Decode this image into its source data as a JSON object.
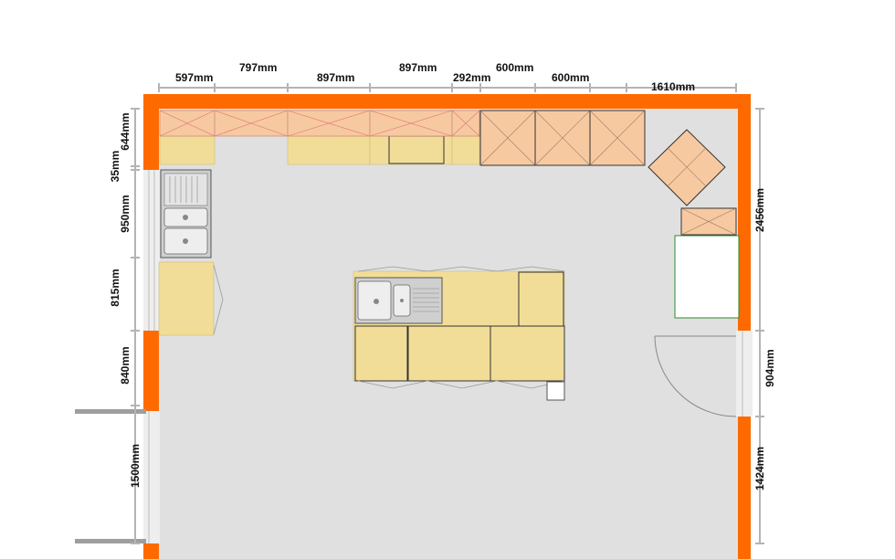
{
  "colors": {
    "wall": "#ff6a00",
    "floor": "#e0e0e0",
    "base_cabinet": "#f2dd98",
    "wall_cabinet": "#f7c9a0",
    "dimension_line": "#b4b4b4",
    "text": "#111111"
  },
  "dimensions": {
    "top": [
      "597mm",
      "797mm",
      "897mm",
      "897mm",
      "292mm",
      "600mm",
      "600mm",
      "1610mm"
    ],
    "left": [
      "644mm",
      "35mm",
      "950mm",
      "815mm",
      "840mm",
      "1500mm"
    ],
    "right": [
      "2456mm",
      "904mm",
      "1424mm"
    ]
  },
  "icons": {
    "sink": "sink-icon",
    "door": "door-swing-icon",
    "window": "window-icon"
  }
}
